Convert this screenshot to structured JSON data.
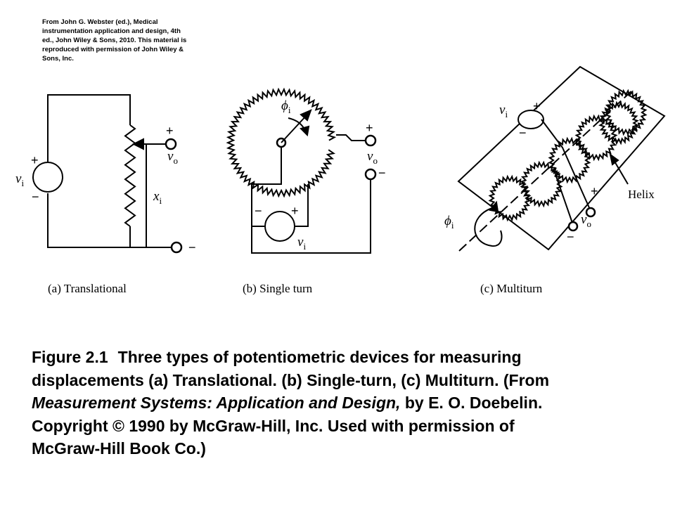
{
  "source_note": {
    "lines": [
      "From John G. Webster (ed.), Medical",
      "instrumentation application and design, 4th",
      "ed., John Wiley & Sons, 2010. This material is",
      "reproduced with permission of John Wiley &",
      "Sons, Inc."
    ]
  },
  "panels": {
    "a": {
      "label": "(a) Translational",
      "source_symbol": "v",
      "source_sub": "i",
      "output_symbol": "v",
      "output_sub": "o",
      "displacement_symbol": "x",
      "displacement_sub": "i",
      "plus": "+",
      "minus": "−"
    },
    "b": {
      "label": "(b) Single turn",
      "angle_symbol": "ϕ",
      "angle_sub": "i",
      "source_symbol": "v",
      "source_sub": "i",
      "output_symbol": "v",
      "output_sub": "o",
      "plus": "+",
      "minus": "−"
    },
    "c": {
      "label": "(c) Multiturn",
      "source_symbol": "v",
      "source_sub": "i",
      "angle_symbol": "ϕ",
      "angle_sub": "i",
      "output_symbol": "v",
      "output_sub": "o",
      "helix_label": "Helix",
      "plus": "+",
      "minus": "−"
    }
  },
  "caption": {
    "figure_number": "Figure 2.1",
    "line1_text": "Three types of potentiometric devices for measuring",
    "line2": "displacements (a) Translational. (b) Single-turn, (c) Multiturn. (From",
    "book_title": "Measurement Systems: Application and Design,",
    "line3_rest": " by E. O. Doebelin.",
    "line4": "Copyright © 1990 by McGraw-Hill, Inc. Used with permission of",
    "line5": "McGraw-Hill Book Co.)"
  }
}
